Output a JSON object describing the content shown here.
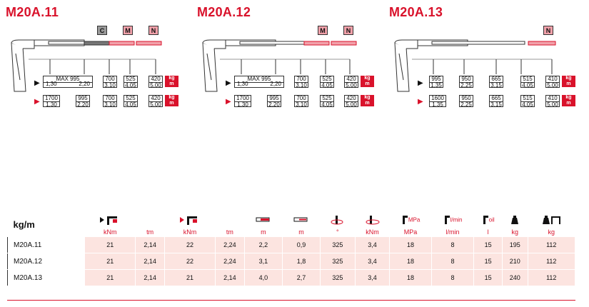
{
  "colors": {
    "brand": "#d9122b",
    "row_bg": "#fce4e0",
    "boom_tag_red": "#f1a1aa",
    "boom_tag_grey": "#9a9a9a"
  },
  "panels": [
    {
      "title": "M20A.11",
      "tags": [
        "C",
        "M",
        "N"
      ],
      "row1": {
        "wide": {
          "max": "MAX 995",
          "left": "1,30",
          "right": "2,20"
        },
        "boxes": [
          [
            "700",
            "3,10"
          ],
          [
            "525",
            "4,05"
          ],
          [
            "420",
            "5,00"
          ]
        ]
      },
      "row2": {
        "boxes": [
          [
            "1700",
            "1,30"
          ],
          [
            "995",
            "2,20"
          ],
          [
            "700",
            "3,10"
          ],
          [
            "525",
            "4,05"
          ],
          [
            "420",
            "5,00"
          ]
        ]
      },
      "unit": {
        "kg": "kg",
        "m": "m"
      }
    },
    {
      "title": "M20A.12",
      "tags": [
        "M",
        "N"
      ],
      "row1": {
        "wide": {
          "max": "MAX 995",
          "left": "1,30",
          "right": "2,20"
        },
        "boxes": [
          [
            "700",
            "3,10"
          ],
          [
            "525",
            "4,05"
          ],
          [
            "420",
            "5,00"
          ]
        ]
      },
      "row2": {
        "boxes": [
          [
            "1700",
            "1,30"
          ],
          [
            "995",
            "2,20"
          ],
          [
            "700",
            "3,10"
          ],
          [
            "525",
            "4,05"
          ],
          [
            "420",
            "5,00"
          ]
        ]
      },
      "unit": {
        "kg": "kg",
        "m": "m"
      }
    },
    {
      "title": "M20A.13",
      "tags": [
        "N"
      ],
      "row1": {
        "boxes": [
          [
            "995",
            "1,35"
          ],
          [
            "950",
            "2,25"
          ],
          [
            "665",
            "3,15"
          ],
          [
            "515",
            "4,05"
          ],
          [
            "410",
            "5,00"
          ]
        ]
      },
      "row2": {
        "boxes": [
          [
            "1600",
            "1,35"
          ],
          [
            "950",
            "2,25"
          ],
          [
            "665",
            "3,15"
          ],
          [
            "515",
            "4,05"
          ],
          [
            "410",
            "5,00"
          ]
        ]
      },
      "unit": {
        "kg": "kg",
        "m": "m"
      }
    }
  ],
  "table": {
    "head_label": "kg/m",
    "icons": [
      "lift-moment-icon",
      "lift-moment-icon",
      "max-lift-moment-icon",
      "max-lift-moment-icon",
      "hydraulic-outreach-icon",
      "manual-outreach-icon",
      "slewing-angle-icon",
      "slewing-torque-icon",
      "pressure-icon",
      "flow-icon",
      "oil-tank-icon",
      "weight-icon",
      "weight-stand-icon"
    ],
    "icon_labels": [
      "",
      "",
      "",
      "",
      "",
      "",
      "",
      "",
      "MPa",
      "l/min",
      "oil",
      "",
      ""
    ],
    "units": [
      "kNm",
      "tm",
      "kNm",
      "tm",
      "m",
      "m",
      "°",
      "kNm",
      "MPa",
      "l/min",
      "l",
      "kg",
      "kg"
    ],
    "rows": [
      {
        "model": "M20A.11",
        "values": [
          "21",
          "2,14",
          "22",
          "2,24",
          "2,2",
          "0,9",
          "325",
          "3,4",
          "18",
          "8",
          "15",
          "195",
          "112"
        ]
      },
      {
        "model": "M20A.12",
        "values": [
          "21",
          "2,14",
          "22",
          "2,24",
          "3,1",
          "1,8",
          "325",
          "3,4",
          "18",
          "8",
          "15",
          "210",
          "112"
        ]
      },
      {
        "model": "M20A.13",
        "values": [
          "21",
          "2,14",
          "21",
          "2,14",
          "4,0",
          "2,7",
          "325",
          "3,4",
          "18",
          "8",
          "15",
          "240",
          "112"
        ]
      }
    ]
  }
}
